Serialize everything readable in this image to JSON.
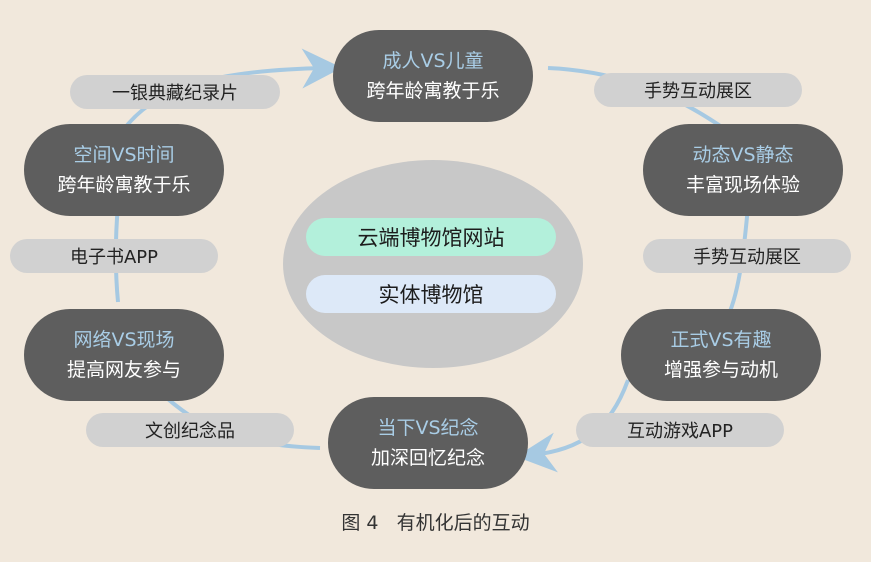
{
  "center": {
    "primary": "云端博物馆网站",
    "secondary": "实体博物馆",
    "primary_color": "#b3f0db",
    "secondary_color": "#dde9f8"
  },
  "nodes": {
    "adult_child": {
      "title": "成人VS儿童",
      "subtitle": "跨年龄寓教于乐"
    },
    "dynamic_static": {
      "title": "动态VS静态",
      "subtitle": "丰富现场体验"
    },
    "formal_fun": {
      "title": "正式VS有趣",
      "subtitle": "增强参与动机"
    },
    "now_memory": {
      "title": "当下VS纪念",
      "subtitle": "加深回忆纪念"
    },
    "online_onsite": {
      "title": "网络VS现场",
      "subtitle": "提高网友参与"
    },
    "space_time": {
      "title": "空间VS时间",
      "subtitle": "跨年龄寓教于乐"
    }
  },
  "pills": {
    "documentary": "一银典藏纪录片",
    "gesture_top": "手势互动展区",
    "gesture_mid": "手势互动展区",
    "game_app": "互动游戏APP",
    "souvenir": "文创纪念品",
    "ebook_app": "电子书APP"
  },
  "caption": "图 4   有机化后的互动",
  "colors": {
    "node_bg": "#5e5e5e",
    "node_title": "#a9cde6",
    "ring": "#a6c9e2",
    "pill_bg": "#d1d1d1"
  }
}
